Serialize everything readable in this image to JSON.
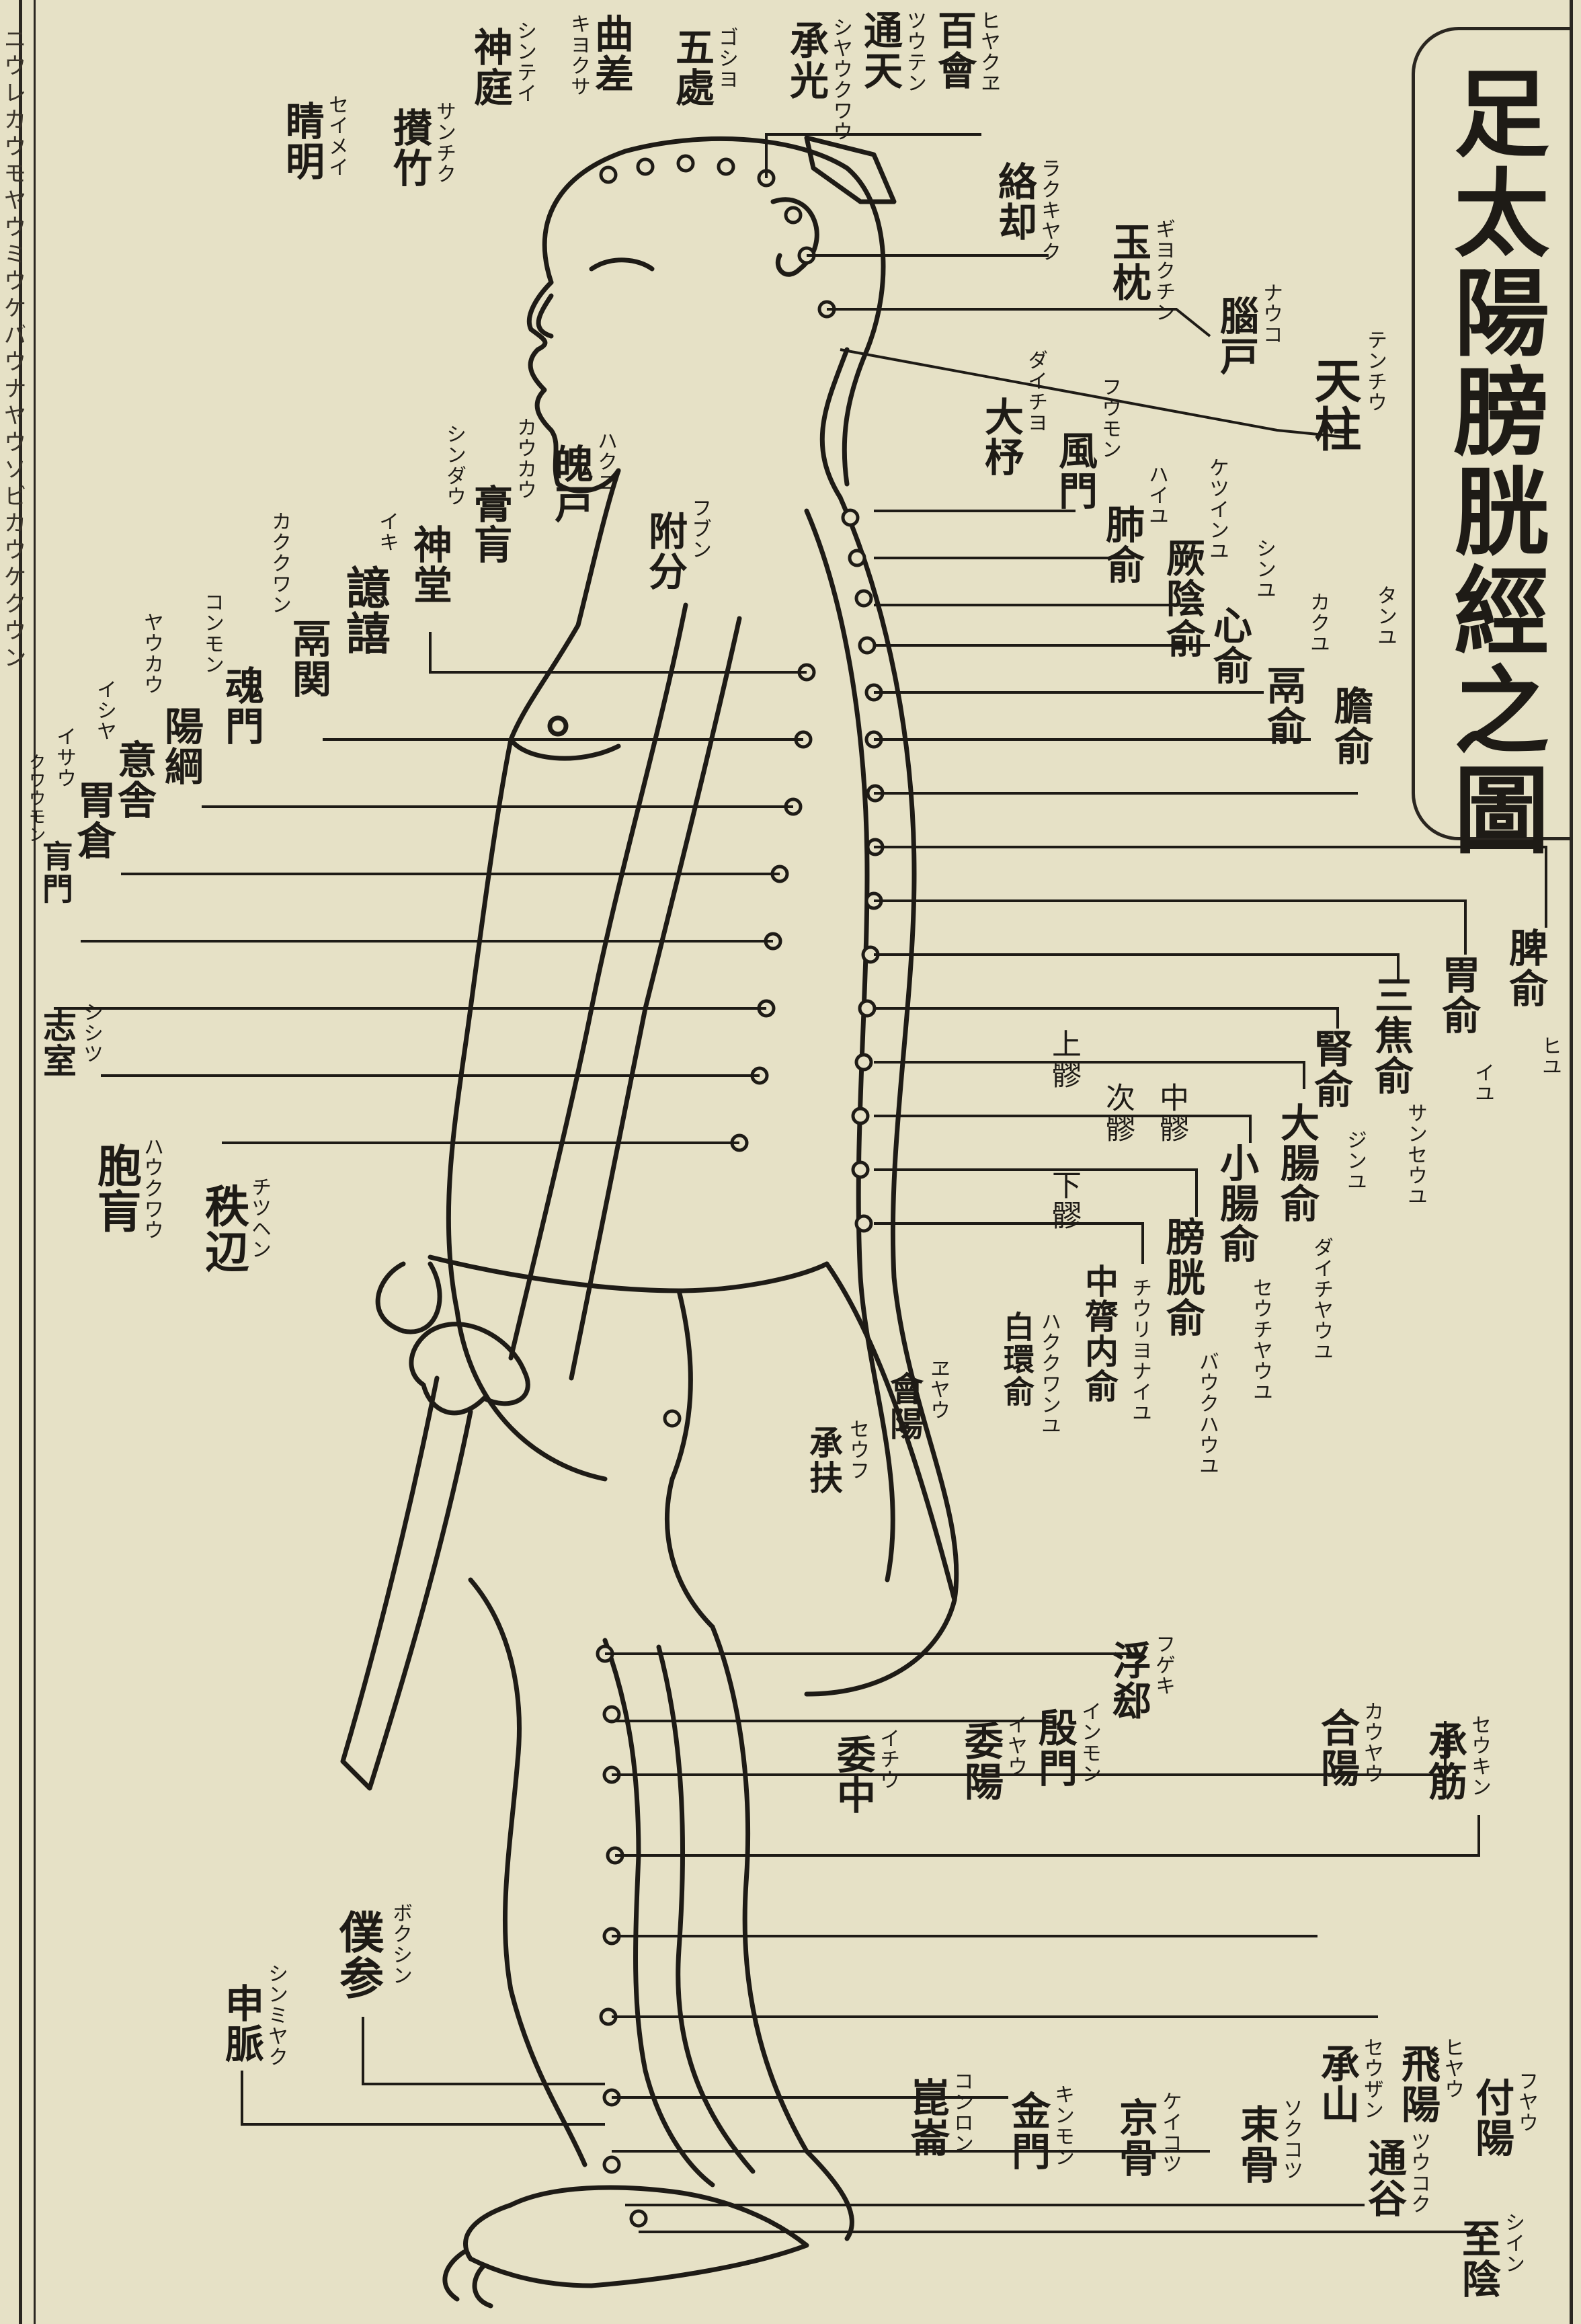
{
  "title": "足太陽膀胱經之圖",
  "margin_text": "ニウレカウモヤウミウケバウナヤウソビカウケクウン",
  "points": [
    {
      "id": "p1",
      "label": "曲差",
      "kana": "キヨクサ"
    },
    {
      "id": "p2",
      "label": "五處",
      "kana": "ゴシヨ"
    },
    {
      "id": "p3",
      "label": "承光",
      "kana": "シヤウクワウ"
    },
    {
      "id": "p4",
      "label": "通天",
      "kana": "ツウテン"
    },
    {
      "id": "p5",
      "label": "百會",
      "kana": "ヒヤクヱ"
    },
    {
      "id": "p6",
      "label": "絡却",
      "kana": "ラクキヤク"
    },
    {
      "id": "p7",
      "label": "玉枕",
      "kana": "ギヨクチン"
    },
    {
      "id": "p8",
      "label": "腦戸",
      "kana": "ナウコ"
    },
    {
      "id": "p9",
      "label": "天柱",
      "kana": "テンチウ"
    },
    {
      "id": "p10",
      "label": "神庭",
      "kana": "シンテイ"
    },
    {
      "id": "p11",
      "label": "攅竹",
      "kana": "サンチク"
    },
    {
      "id": "p12",
      "label": "睛明",
      "kana": "セイメイ"
    },
    {
      "id": "p13",
      "label": "大杼",
      "kana": "ダイチヨ"
    },
    {
      "id": "p14",
      "label": "風門",
      "kana": "フウモン"
    },
    {
      "id": "p15",
      "label": "肺俞",
      "kana": "ハイユ"
    },
    {
      "id": "p16",
      "label": "厥陰俞",
      "kana": "ケツインユ"
    },
    {
      "id": "p17",
      "label": "心俞",
      "kana": "シンユ"
    },
    {
      "id": "p18",
      "label": "鬲俞",
      "kana": "カクユ"
    },
    {
      "id": "p19",
      "label": "膽俞",
      "kana": "タンユ"
    },
    {
      "id": "p20",
      "label": "脾俞",
      "kana": "ヒユ"
    },
    {
      "id": "p21",
      "label": "胃俞",
      "kana": "イユ"
    },
    {
      "id": "p22",
      "label": "三焦俞",
      "kana": "サンセウユ"
    },
    {
      "id": "p23",
      "label": "腎俞",
      "kana": "ジンユ"
    },
    {
      "id": "p24",
      "label": "大腸俞",
      "kana": "ダイチヤウユ"
    },
    {
      "id": "p25",
      "label": "小腸俞",
      "kana": "セウチヤウユ"
    },
    {
      "id": "p26",
      "label": "膀胱俞",
      "kana": "バウクハウユ"
    },
    {
      "id": "p27",
      "label": "中膂内俞",
      "kana": "チウリヨナイユ"
    },
    {
      "id": "p28",
      "label": "白環俞",
      "kana": "ハククワンユ"
    },
    {
      "id": "p29",
      "label": "會陽",
      "kana": "ヱヤウ"
    },
    {
      "id": "p30",
      "label": "承扶",
      "kana": "セウフ"
    },
    {
      "id": "p31",
      "label": "膏肓",
      "kana": "カウカウ"
    },
    {
      "id": "p32",
      "label": "神堂",
      "kana": "シンダウ"
    },
    {
      "id": "p33",
      "label": "譩譆",
      "kana": "イキ"
    },
    {
      "id": "p34",
      "label": "鬲関",
      "kana": "カククワン"
    },
    {
      "id": "p35",
      "label": "魂門",
      "kana": "コンモン"
    },
    {
      "id": "p36",
      "label": "陽綱",
      "kana": "ヤウカウ"
    },
    {
      "id": "p37",
      "label": "意舎",
      "kana": "イシヤ"
    },
    {
      "id": "p38",
      "label": "胃倉",
      "kana": "イサウ"
    },
    {
      "id": "p39",
      "label": "肓門",
      "kana": "クワウモン"
    },
    {
      "id": "p40",
      "label": "志室",
      "kana": "シシツ"
    },
    {
      "id": "p41",
      "label": "胞肓",
      "kana": "ハウクワウ"
    },
    {
      "id": "p42",
      "label": "秩辺",
      "kana": "チツヘン"
    },
    {
      "id": "p43",
      "label": "附分",
      "kana": "フブン"
    },
    {
      "id": "p44",
      "label": "魄戸",
      "kana": "ハクコ"
    },
    {
      "id": "p45",
      "label": "浮郄",
      "kana": "フゲキ"
    },
    {
      "id": "p46",
      "label": "殷門",
      "kana": "インモン"
    },
    {
      "id": "p47",
      "label": "委陽",
      "kana": "イヤウ"
    },
    {
      "id": "p48",
      "label": "委中",
      "kana": "イチウ"
    },
    {
      "id": "p49",
      "label": "承筋",
      "kana": "セウキン"
    },
    {
      "id": "p50",
      "label": "合陽",
      "kana": "カウヤウ"
    },
    {
      "id": "p51",
      "label": "承山",
      "kana": "セウザン"
    },
    {
      "id": "p52",
      "label": "飛陽",
      "kana": "ヒヤウ"
    },
    {
      "id": "p53",
      "label": "付陽",
      "kana": "フヤウ"
    },
    {
      "id": "p54",
      "label": "崑崙",
      "kana": "コンロン"
    },
    {
      "id": "p55",
      "label": "金門",
      "kana": "キンモン"
    },
    {
      "id": "p56",
      "label": "京骨",
      "kana": "ケイコツ"
    },
    {
      "id": "p57",
      "label": "束骨",
      "kana": "ソクコツ"
    },
    {
      "id": "p58",
      "label": "通谷",
      "kana": "ツウコク"
    },
    {
      "id": "p59",
      "label": "至陰",
      "kana": "シイン"
    },
    {
      "id": "p60",
      "label": "僕参",
      "kana": "ボクシン"
    },
    {
      "id": "p61",
      "label": "申脈",
      "kana": "シンミヤク"
    },
    {
      "id": "p62",
      "label": "上髎",
      "kana": ""
    },
    {
      "id": "p63",
      "label": "次髎",
      "kana": ""
    },
    {
      "id": "p64",
      "label": "中髎",
      "kana": ""
    },
    {
      "id": "p65",
      "label": "下髎",
      "kana": ""
    }
  ]
}
